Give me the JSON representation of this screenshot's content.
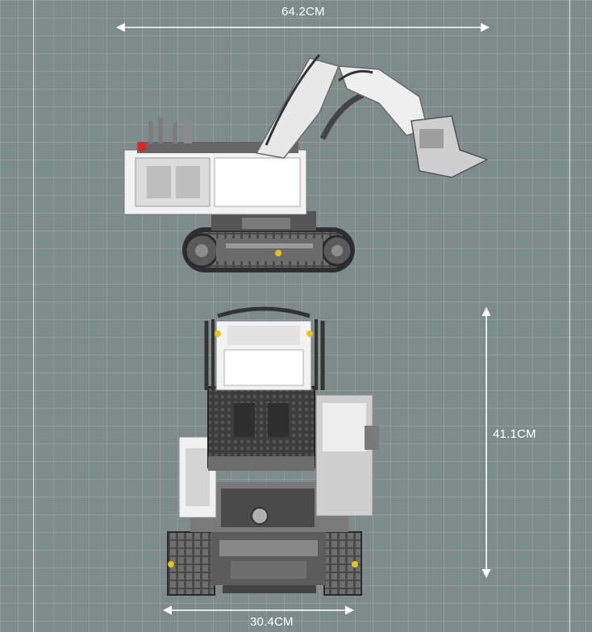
{
  "dimensions": {
    "width_label": "64.2CM",
    "height_label": "41.1CM",
    "depth_label": "30.4CM"
  },
  "colors": {
    "background": "#7d8c8b",
    "grid": "#93a1a0",
    "arrow": "#ffffff",
    "model_white": "#f2f2f2",
    "model_dark": "#3a3a3a",
    "model_grey": "#8a8a8a",
    "accent_red": "#d8262b",
    "accent_yellow": "#e9c21b"
  },
  "scene": {
    "side_view_icon": "excavator-side-view",
    "front_view_icon": "excavator-front-view"
  }
}
